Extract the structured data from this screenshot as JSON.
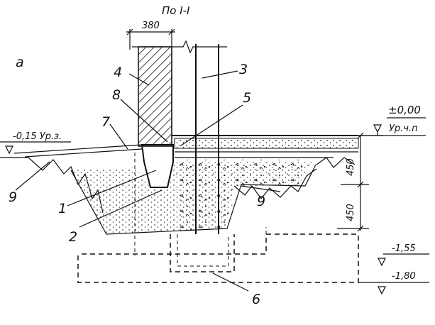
{
  "section_title": "По I-I",
  "figure_letter": "а",
  "dimensions": {
    "wall_width": "380",
    "layer_upper": "450",
    "layer_lower": "450"
  },
  "levels": {
    "floor_mark": "±0,00",
    "floor_label": "Ур.ч.п",
    "ground_mark": "-0,15 Ур.з.",
    "mark_mid": "-1,55",
    "mark_low": "-1,80"
  },
  "callouts": [
    "1",
    "2",
    "3",
    "4",
    "5",
    "6",
    "7",
    "8",
    "9",
    "9"
  ]
}
